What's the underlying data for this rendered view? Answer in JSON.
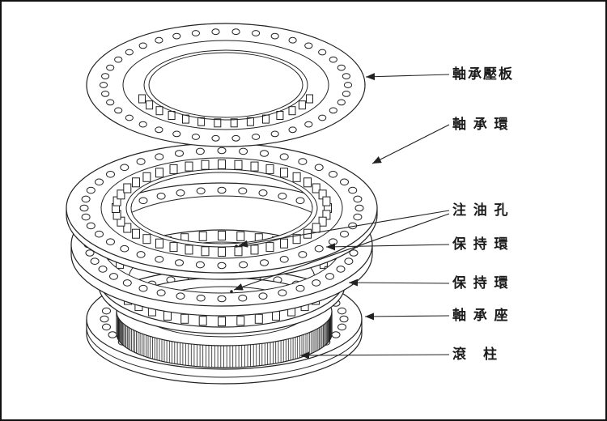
{
  "diagram": {
    "colors": {
      "line": "#222222",
      "background": "#ffffff",
      "border": "#111111"
    },
    "labels": [
      {
        "name": "bearing-pressure-plate",
        "text": "軸承壓板"
      },
      {
        "name": "bearing-ring",
        "text": "軸 承 環"
      },
      {
        "name": "oil-injection-hole",
        "text": "注 油 孔"
      },
      {
        "name": "retaining-ring-upper",
        "text": "保 持 環"
      },
      {
        "name": "retaining-ring-lower",
        "text": "保 持 環"
      },
      {
        "name": "bearing-seat",
        "text": "軸 承 座"
      },
      {
        "name": "roller",
        "text": "滾　柱"
      }
    ]
  }
}
